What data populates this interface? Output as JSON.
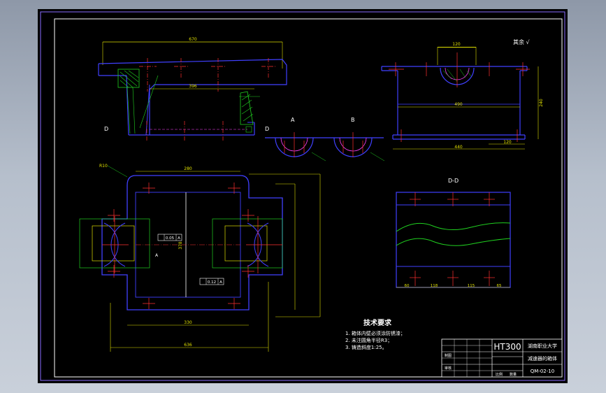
{
  "drawing": {
    "top_right_note": "其余 √",
    "section_labels": {
      "a": "A",
      "b": "B",
      "dd": "D-D",
      "d_left": "D",
      "d_right": "D"
    },
    "tech_requirements": {
      "title": "技术要求",
      "items": [
        "1. 箱体内壁必须涂防锈漆；",
        "2. 未注圆角半径R3；",
        "3. 铸造斜度1:25。"
      ]
    },
    "title_block": {
      "material": "HT300",
      "school": "湖南职业大学",
      "part_name": "减速器的箱体",
      "drawing_no": "QM-02-10",
      "row_labels": [
        "制图",
        "审核",
        "比例",
        "数量"
      ]
    },
    "dimensions": {
      "top_overall": "670",
      "front_inner": "396",
      "top_right_width": "490",
      "top_right_bottom": "440",
      "top_right_h": "240",
      "top_right_small": "120",
      "radius_top": "R10",
      "plan_inner": "280",
      "plan_bottom_1": "330",
      "plan_bottom_2": "636",
      "plan_height": "378",
      "dd_1": "118",
      "dd_2": "115",
      "dd_3": "65",
      "dd_4": "60"
    },
    "tolerance_1": "0.05",
    "tolerance_2": "0.12",
    "datum": "A"
  }
}
